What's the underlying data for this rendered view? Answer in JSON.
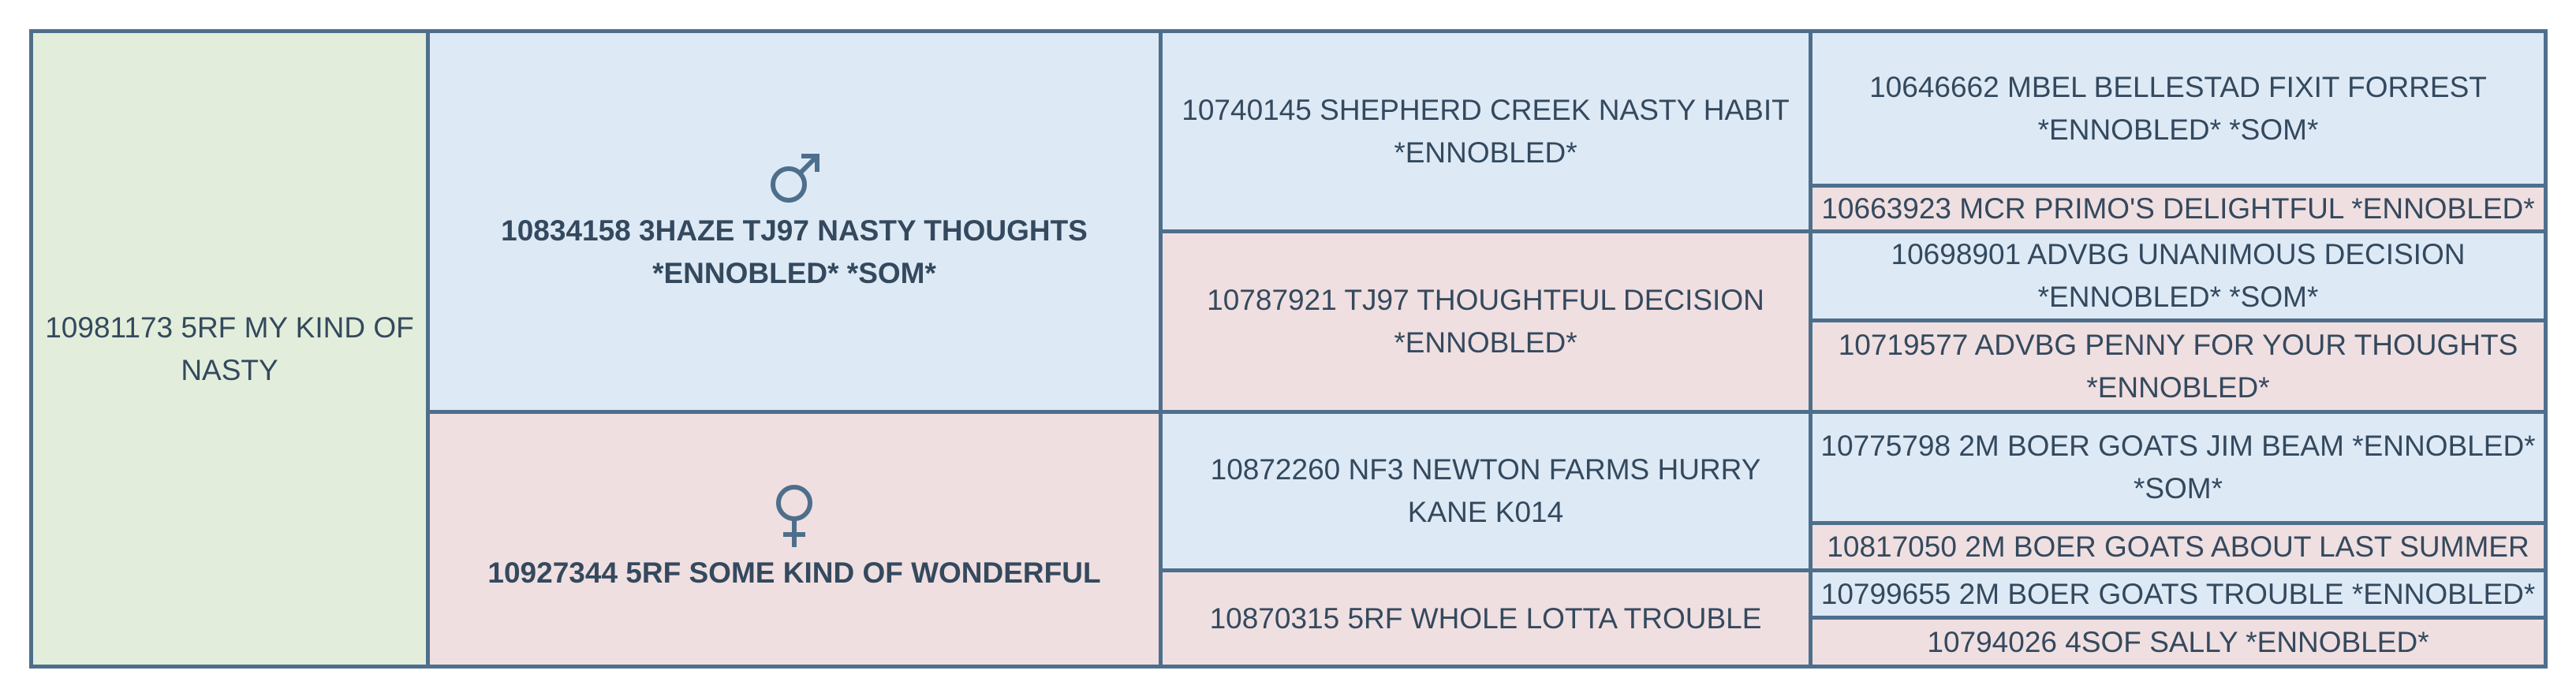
{
  "subject": {
    "text": "10981173 5RF MY KIND OF NASTY"
  },
  "sire": {
    "text": "10834158 3HAZE TJ97 NASTY THOUGHTS *ENNOBLED* *SOM*",
    "icon": "male-icon"
  },
  "dam": {
    "text": "10927344 5RF SOME KIND OF WONDERFUL",
    "icon": "female-icon"
  },
  "gen2": {
    "sire_sire": "10740145 SHEPHERD CREEK NASTY HABIT *ENNOBLED*",
    "sire_dam": "10787921 TJ97 THOUGHTFUL DECISION *ENNOBLED*",
    "dam_sire": "10872260 NF3 NEWTON FARMS HURRY KANE K014",
    "dam_dam": "10870315 5RF WHOLE LOTTA TROUBLE"
  },
  "gen3": [
    "10646662 MBEL BELLESTAD FIXIT FORREST *ENNOBLED* *SOM*",
    "10663923 MCR PRIMO'S DELIGHTFUL *ENNOBLED*",
    "10698901 ADVBG UNANIMOUS DECISION *ENNOBLED* *SOM*",
    "10719577 ADVBG PENNY FOR YOUR THOUGHTS *ENNOBLED*",
    "10775798 2M BOER GOATS JIM BEAM *ENNOBLED* *SOM*",
    "10817050 2M BOER GOATS ABOUT LAST SUMMER",
    "10799655 2M BOER GOATS TROUBLE *ENNOBLED*",
    "10794026 4SOF SALLY *ENNOBLED*"
  ],
  "colors": {
    "border": "#4e6f8c",
    "subject": "#e2eedb",
    "male": "#ddeaf6",
    "female": "#f0dfe0",
    "text": "#34495e"
  }
}
